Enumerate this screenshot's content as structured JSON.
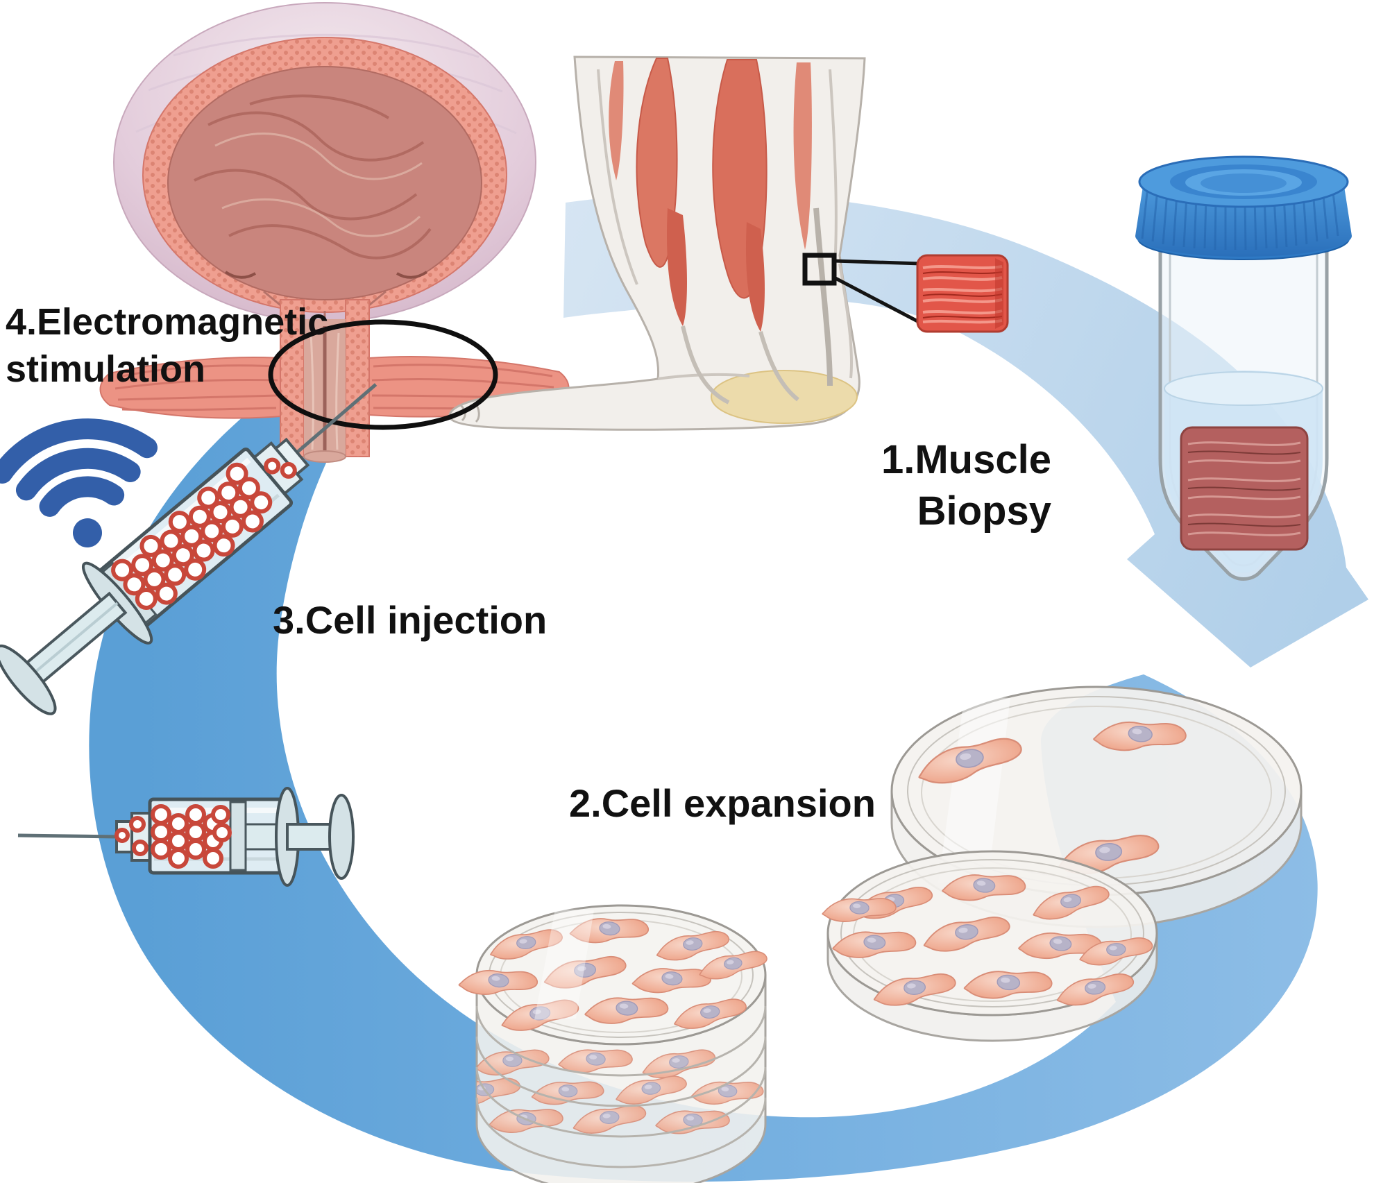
{
  "figure": {
    "kind": "scientific cycle diagram",
    "topic": "Muscle-derived cell therapy cycle: biopsy, expansion, injection, electromagnetic stimulation"
  },
  "labels": {
    "step1": {
      "line1": "1.Muscle",
      "line2": "Biopsy"
    },
    "step2": {
      "text": "2.Cell expansion"
    },
    "step3": {
      "text": "3.Cell injection"
    },
    "step4": {
      "line1": "4.Electromagnetic",
      "line2": "stimulation"
    }
  },
  "icons": {
    "wifi": "wifi-signal-icon",
    "bladder": "bladder-cross-section-illustration",
    "leg": "leg-muscle-anatomy-illustration",
    "biopsy_square": "biopsy-site-marker-square",
    "biopsy_sample": "muscle-tissue-sample-block",
    "tube": "centrifuge-tube-with-muscle-sample",
    "syringe_diagonal": "cell-filled-syringe-injecting",
    "syringe_horizontal": "cell-filled-syringe",
    "dish_sparse": "petri-dish-few-cells",
    "dish_medium": "petri-dish-many-cells",
    "dish_stacked": "stacked-culture-dishes-confluent-cells",
    "cycle_top": "cycle-arrow-light-blue",
    "cycle_bottom": "cycle-arrow-medium-blue",
    "target_ellipse": "sphincter-target-ellipse"
  },
  "colors": {
    "background": "#ffffff",
    "arrow_light_blue": "#bdd7ee",
    "arrow_medium_blue": "#6aaede",
    "wifi_blue": "#335fa9",
    "tube_cap_blue": "#3c8ad3",
    "muscle_salmon": "#ef9f90",
    "cell_ring_red": "#c8473a",
    "text_black": "#111111"
  }
}
